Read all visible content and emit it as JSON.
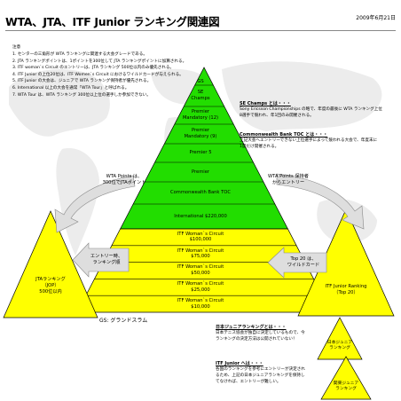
{
  "title": "WTA、JTA、ITF Junior ランキング関連図",
  "date": "2009年6月21日",
  "notes": {
    "heading": "注意",
    "lines": [
      "1. センターの三角形が WTA ランキングに関連する大会グレードである。",
      "2. JTA ランキングポイントは、1ポイントを300位して JTA ランキングポイントに加算される。",
      "3. ITF woman`s Circuit のエントリーは、JTA ランキング 500位以内のみ優先される。",
      "4. ITF Junior の上位20位は、ITF Women`s Circuit におけるワイルドカードが与えられる。",
      "5. ITF Junior の大会は、ジュニアで WTA ランキング保持者が優先される。",
      "6. International 以上の大会を通常「WTA Tour」と呼ばれる。",
      "7. WTA Tour は、WTA ランキング 300位以上位の選手しか参加できない。"
    ]
  },
  "pyramid": {
    "green_tiers": [
      [
        "GS"
      ],
      [
        "SE",
        "Champs"
      ],
      [
        "Premier",
        "Mandatory (12)"
      ],
      [
        "Premier",
        "Mandatory (9)"
      ],
      [
        "Premier 5"
      ],
      [
        "Premier"
      ],
      [
        "Commonwealth Bank TOC"
      ],
      [
        "International $220,000"
      ]
    ],
    "yellow_tiers": [
      [
        "ITF Woman`s Circuit",
        "$100,000"
      ],
      [
        "ITF Woman`s Circuit",
        "$75,000"
      ],
      [
        "ITF Woman`s Circuit",
        "$50,000"
      ],
      [
        "ITF Woman`s Circuit",
        "$25,000"
      ],
      [
        "ITF Woman`s Circuit",
        "$10,000"
      ]
    ],
    "base_label": "GS: グランドスラム"
  },
  "left_triangle": {
    "lines": [
      "JTAランキング",
      "（JOP）",
      "500位以内"
    ]
  },
  "right_triangle": {
    "lines": [
      "ITF Junior Ranking",
      "（Top 20）"
    ]
  },
  "arrows": {
    "wta_points": [
      "WTA Points は、",
      "300位でJTAポイント"
    ],
    "wta_holders": [
      "WTA Points 保持者",
      "からエントリー"
    ],
    "entry_priority": [
      "エントリー時、",
      "ランキング順"
    ],
    "top20": [
      "Top 20 は、",
      "ワイルドカード"
    ]
  },
  "se_champs": {
    "header": "SE Champs とは・・・",
    "lines": [
      "Sony Ericsson Championships の略で、年度の最後に WTA ランキング上位",
      "8選手で競われ、年1回のみ開催される。"
    ]
  },
  "commonwealth": {
    "header": "Commonwealth Bank TOC とは・・・",
    "lines": [
      "上記大会へエントリーできない上位選手によって競われる大会で、年度末に",
      "1度だけ開催される。"
    ]
  },
  "japan_junior": {
    "header": "日本ジュニアランキングとは・・・",
    "lines": [
      "日本テニス協会が独自に決定しているもので、今",
      "ランキングの決定方法は公開されていない！"
    ],
    "badge": [
      "日本ジュニア",
      "ランキング"
    ]
  },
  "itf_junior": {
    "header": "ITF Junior へは・・・",
    "lines": [
      "各国のランキングを参考にエントリーが決定され",
      "るため、上記の日本ジュニアランキングを保持し",
      "てなければ、エントリーが難しい。"
    ],
    "badge": [
      "関東ジュニア",
      "ランキング"
    ]
  },
  "colors": {
    "green": "#22dd00",
    "yellow": "#ffff00",
    "arrow": "#dedede",
    "outline": "#000000"
  }
}
